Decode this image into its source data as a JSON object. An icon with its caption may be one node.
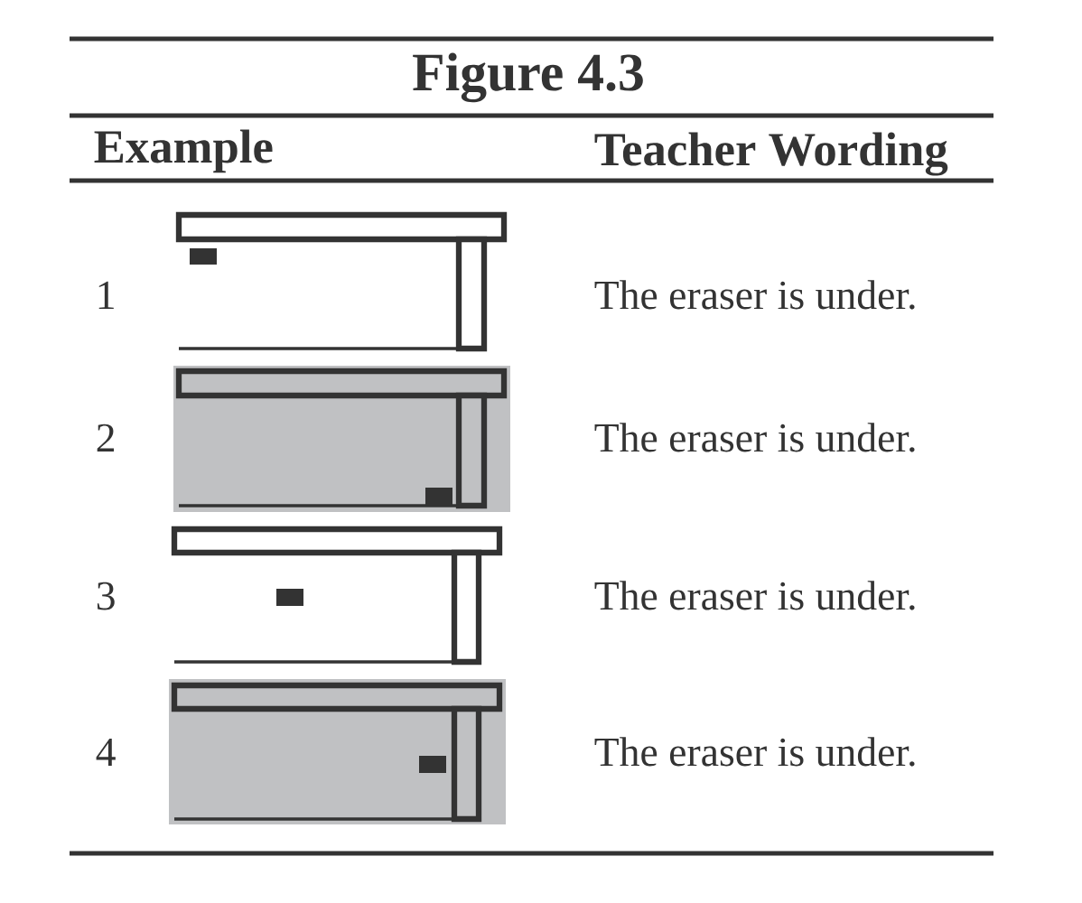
{
  "diagram": {
    "title": "Figure 4.3",
    "labels": [
      "Example",
      "Teacher Wording",
      "1",
      "The eraser is under.",
      "2",
      "The eraser is under.",
      "3",
      "The eraser is under.",
      "4",
      "The eraser is under."
    ]
  }
}
